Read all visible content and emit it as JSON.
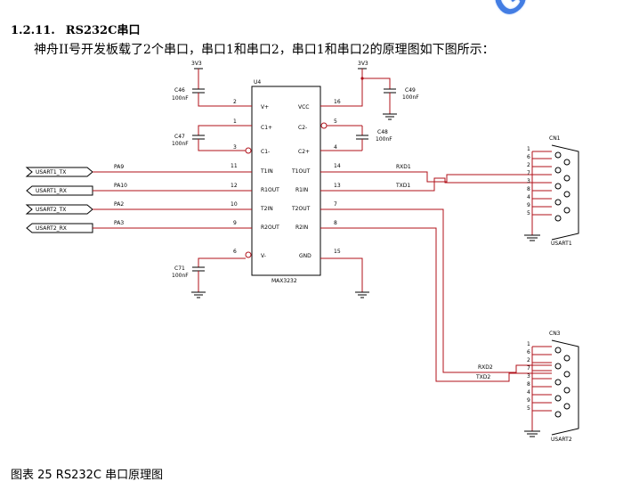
{
  "section": {
    "number": "1.2.11.",
    "title": "RS232C串口"
  },
  "intro": "神舟II号开发板载了2个串口，串口1和串口2，串口1和串口2的原理图如下图所示：",
  "caption": "图表  25 RS232C 串口原理图",
  "watermark": "GC",
  "schematic": {
    "chip": {
      "ref": "U4",
      "part": "MAX3232"
    },
    "left_pins": [
      {
        "num": "2",
        "name": "V+"
      },
      {
        "num": "1",
        "name": "C1+"
      },
      {
        "num": "3",
        "name": "C1-"
      },
      {
        "num": "11",
        "name": "T1IN"
      },
      {
        "num": "12",
        "name": "R1OUT"
      },
      {
        "num": "10",
        "name": "T2IN"
      },
      {
        "num": "9",
        "name": "R2OUT"
      },
      {
        "num": "6",
        "name": "V-"
      }
    ],
    "right_pins": [
      {
        "num": "16",
        "name": "VCC"
      },
      {
        "num": "5",
        "name": "C2-"
      },
      {
        "num": "4",
        "name": "C2+"
      },
      {
        "num": "14",
        "name": "T1OUT"
      },
      {
        "num": "13",
        "name": "R1IN"
      },
      {
        "num": "7",
        "name": "T2OUT"
      },
      {
        "num": "8",
        "name": "R2IN"
      },
      {
        "num": "15",
        "name": "GND"
      }
    ],
    "power": [
      "3V3",
      "3V3"
    ],
    "caps": [
      {
        "ref": "C46",
        "value": "100nF"
      },
      {
        "ref": "C47",
        "value": "100nF"
      },
      {
        "ref": "C71",
        "value": "100nF"
      },
      {
        "ref": "C49",
        "value": "100nF"
      },
      {
        "ref": "C48",
        "value": "100nF"
      }
    ],
    "ports": [
      "USART1_TX",
      "USART1_RX",
      "USART2_TX",
      "USART2_RX"
    ],
    "mcu_pins": [
      "PA9",
      "PA10",
      "PA2",
      "PA3"
    ],
    "nets": {
      "rxd1": "RXD1",
      "txd1": "TXD1",
      "rxd2": "RXD2",
      "txd2": "TXD2"
    },
    "connectors": [
      {
        "ref": "CN1",
        "name": "USART1"
      },
      {
        "ref": "CN3",
        "name": "USART2"
      }
    ],
    "db9_pins": [
      "1",
      "6",
      "2",
      "7",
      "3",
      "8",
      "4",
      "9",
      "5"
    ]
  }
}
